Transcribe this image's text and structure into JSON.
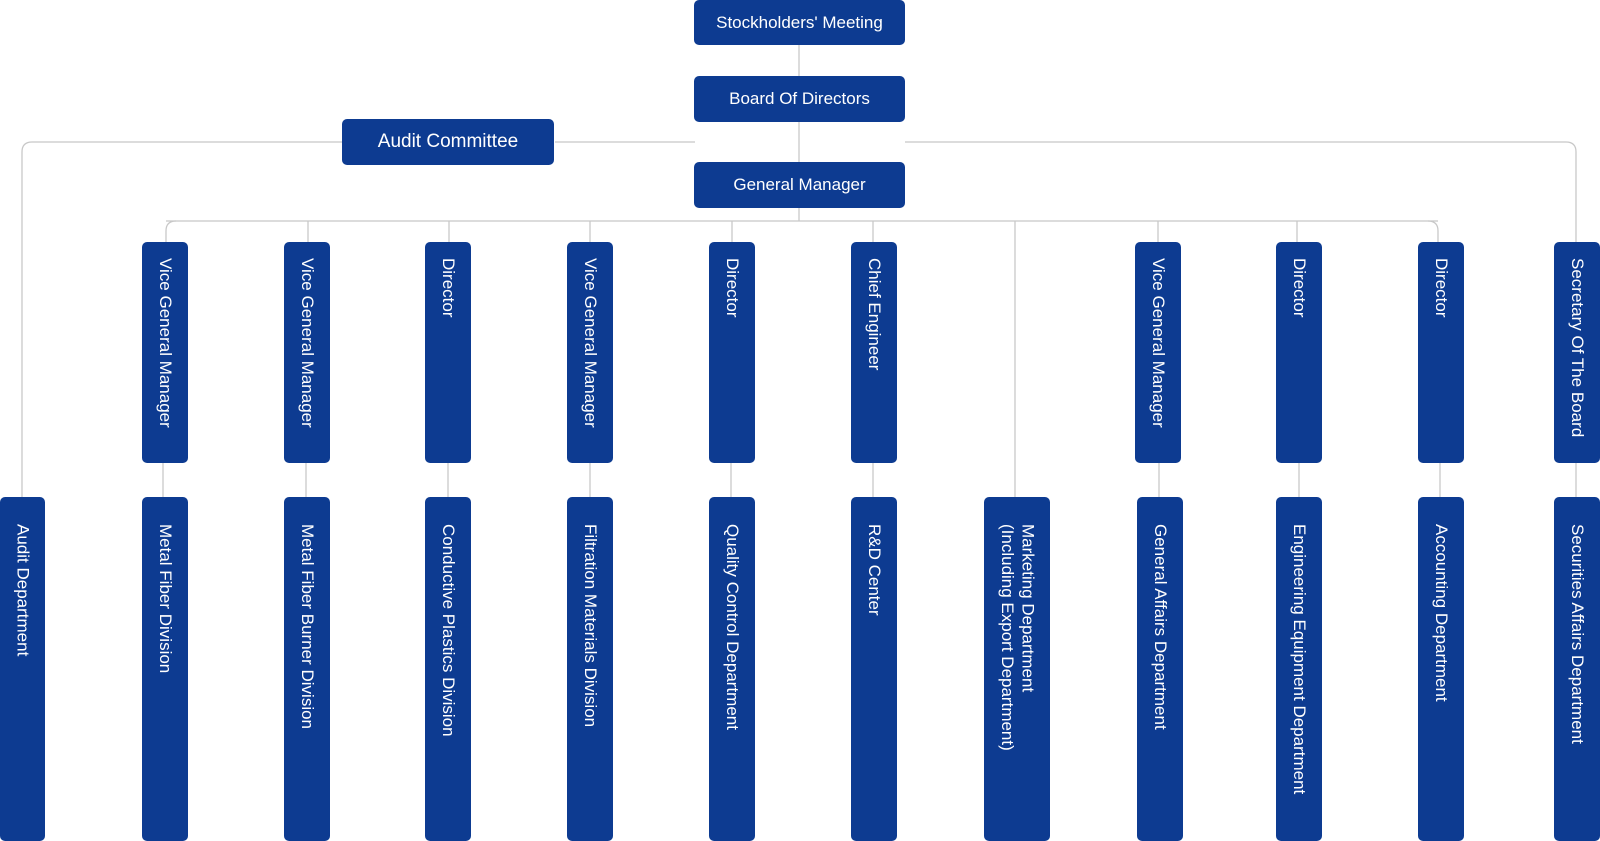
{
  "diagram": {
    "line_color": "#c8c8c8",
    "box_color": "#0d3b91",
    "text_color": "#ffffff",
    "top": {
      "stockholders": "Stockholders' Meeting",
      "board": "Board Of Directors",
      "audit_committee": "Audit Committee",
      "general_manager": "General Manager"
    },
    "managers": [
      "Vice General Manager",
      "Vice General Manager",
      "Director",
      "Vice General Manager",
      "Director",
      "Chief Engineer",
      "Vice General Manager",
      "Director",
      "Director",
      "Secretary Of The Board"
    ],
    "departments": [
      "Audit Department",
      "Metal Fiber Division",
      "Metal Fiber Burner Division",
      "Conductive Plastics Division",
      "Filtration Materials Division",
      "Quality Control Department",
      "R&D Center",
      "Marketing Department\n(Including Export Department)",
      "General Affairs Department",
      "Engineering Equipment Department",
      "Accounting Department",
      "Securities Affairs Department"
    ]
  }
}
